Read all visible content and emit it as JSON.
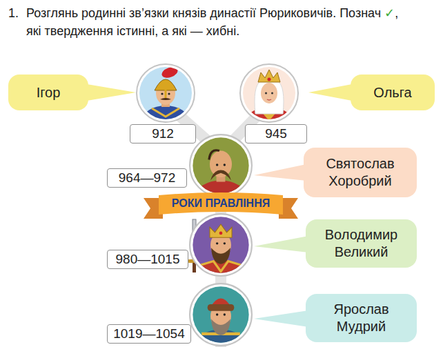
{
  "diagram": {
    "title": "Розглянь родинні зв’язки князів династії Рюриковичів. Познач ✓, які твердження істинні, а які — хибні.",
    "nodes": [
      {
        "text": [
          "Ігор"
        ]
      },
      {
        "text": [
          "Ольга"
        ]
      },
      {
        "text": [
          "912"
        ]
      },
      {
        "text": [
          "945"
        ]
      },
      {
        "text": [
          "964—972"
        ]
      },
      {
        "text": [
          "Святослав Хоробрий"
        ]
      },
      {
        "text": [
          "РОКИ ПРАВЛІННЯ"
        ]
      },
      {
        "text": [
          "980—1015"
        ]
      },
      {
        "text": [
          "Володимир Великий"
        ]
      },
      {
        "text": [
          "1019—1054"
        ]
      },
      {
        "text": [
          "Ярослав Мудрий"
        ]
      }
    ],
    "labels": [
      "1."
    ]
  }
}
